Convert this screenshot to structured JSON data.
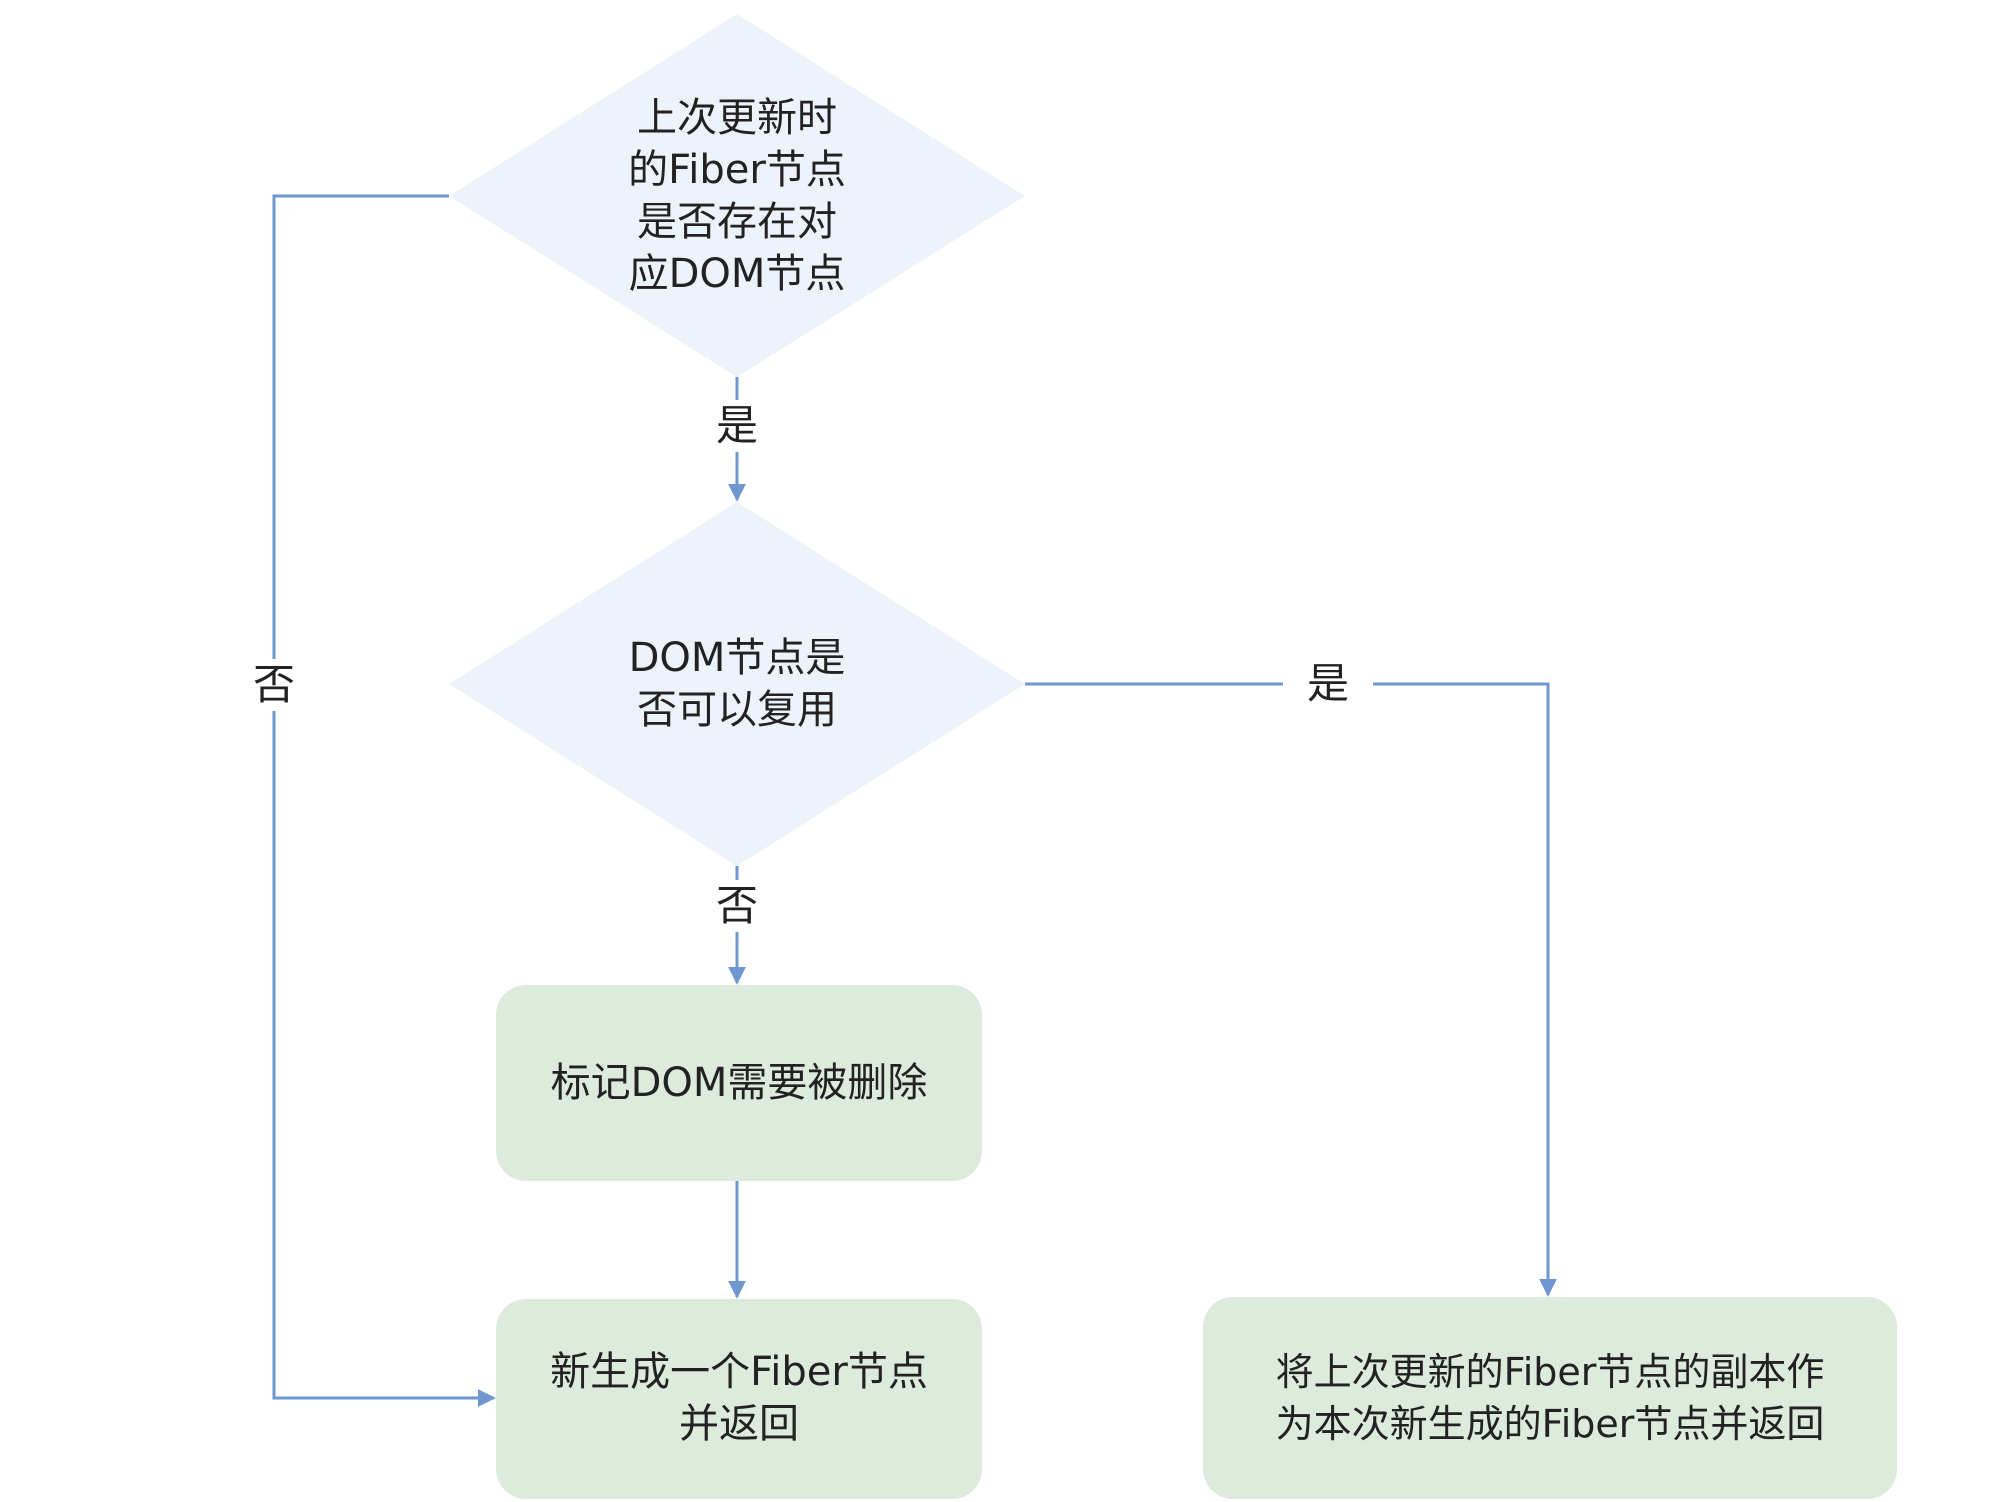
{
  "nodes": {
    "decision_exists": {
      "lines": [
        "上次更新时",
        "的Fiber节点",
        "是否存在对",
        "应DOM节点"
      ]
    },
    "decision_reuse": {
      "lines": [
        "DOM节点是",
        "否可以复用"
      ]
    },
    "mark_delete": {
      "lines": [
        "标记DOM需要被删除"
      ]
    },
    "new_fiber": {
      "lines": [
        "新生成一个Fiber节点",
        "并返回"
      ]
    },
    "clone_fiber": {
      "lines": [
        "将上次更新的Fiber节点的副本作",
        "为本次新生成的Fiber节点并返回"
      ]
    }
  },
  "edges": {
    "exists_yes": "是",
    "exists_no": "否",
    "reuse_yes": "是",
    "reuse_no": "否"
  },
  "colors": {
    "decision_fill": "#edf3fa",
    "process_fill": "#dcebdc",
    "line": "#6f97d0"
  }
}
